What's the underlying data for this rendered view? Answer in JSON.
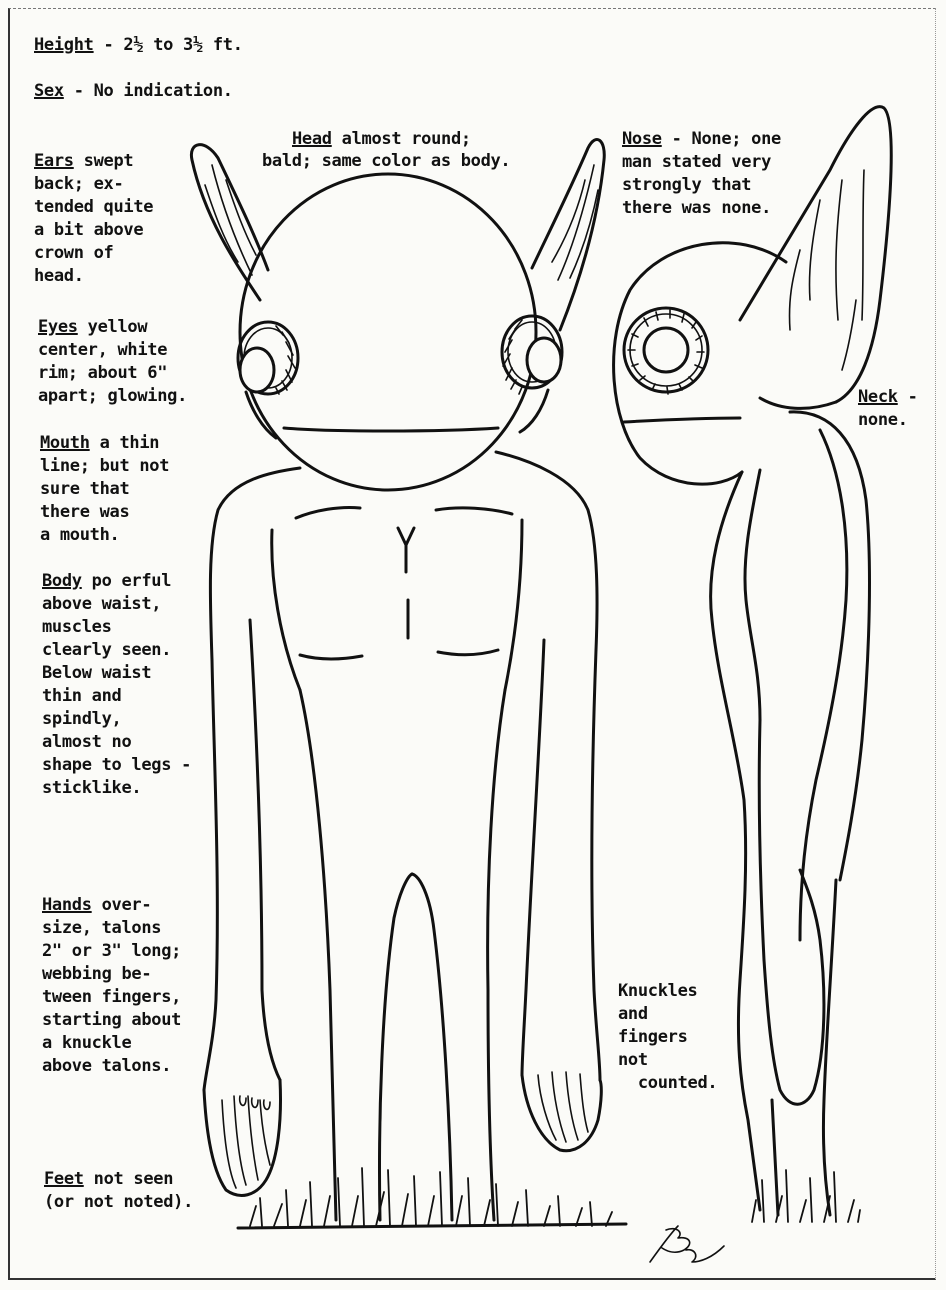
{
  "notes": {
    "height": {
      "label": "Height",
      "text": " - 2½ to 3½ ft."
    },
    "sex": {
      "label": "Sex",
      "text": " - No indication."
    },
    "head": {
      "label": "Head",
      "line1": " almost round;",
      "line2": "bald; same color as body."
    },
    "ears": {
      "label": "Ears",
      "line1": " swept",
      "rest": "back; ex-\ntended quite\na bit above\ncrown of\nhead."
    },
    "eyes": {
      "label": "Eyes",
      "line1": " yellow",
      "rest": "center, white\nrim; about 6\"\napart; glowing."
    },
    "mouth": {
      "label": "Mouth",
      "line1": " a thin",
      "rest": "line; but not\nsure that\nthere was\na mouth."
    },
    "body": {
      "label": "Body",
      "line1": " po erful",
      "rest": "above waist,\nmuscles\nclearly seen.\nBelow waist\nthin and\nspindly,\nalmost no\nshape to legs -\nsticklike."
    },
    "hands": {
      "label": "Hands",
      "line1": " over-",
      "rest": "size, talons\n2\" or 3\" long;\nwebbing be-\ntween fingers,\nstarting about\na knuckle\nabove talons."
    },
    "feet": {
      "label": "Feet",
      "line1": " not seen",
      "rest": "(or not noted)."
    },
    "nose": {
      "label": "Nose",
      "line1": " - None; one",
      "rest": "man stated very\nstrongly that\nthere was none."
    },
    "neck": {
      "label": "Neck",
      "line1": " -",
      "rest": "none."
    },
    "knuckles": {
      "text": "Knuckles\nand\nfingers\nnot\n  counted."
    }
  },
  "signature": "BL",
  "colors": {
    "ink": "#111111",
    "paper": "#fbfbf8"
  }
}
